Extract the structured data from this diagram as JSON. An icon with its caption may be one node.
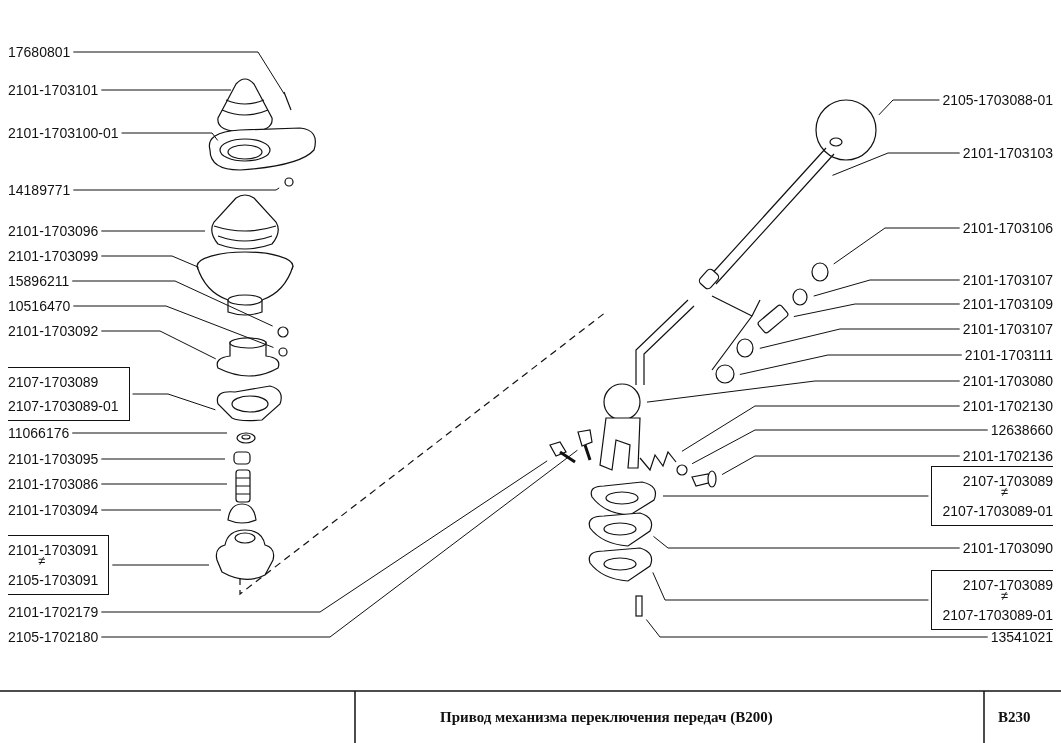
{
  "diagram": {
    "title": "Привод механизма переключения передач (В200)",
    "nodes": [
      {
        "text": [
          "17680801"
        ]
      },
      {
        "text": [
          "2101-1703101"
        ]
      },
      {
        "text": [
          "2101-1703100-01"
        ]
      },
      {
        "text": [
          "14189771"
        ]
      },
      {
        "text": [
          "2101-1703096"
        ]
      },
      {
        "text": [
          "2101-1703099"
        ]
      },
      {
        "text": [
          "15896211"
        ]
      },
      {
        "text": [
          "10516470"
        ]
      },
      {
        "text": [
          "2101-1703092"
        ]
      },
      {
        "text": [
          "2107-1703089",
          "2107-1703089-01"
        ]
      },
      {
        "text": [
          "11066176"
        ]
      },
      {
        "text": [
          "2101-1703095"
        ]
      },
      {
        "text": [
          "2101-1703086"
        ]
      },
      {
        "text": [
          "2101-1703094"
        ]
      },
      {
        "text": [
          "2101-1703091",
          "≠",
          "2105-1703091"
        ]
      },
      {
        "text": [
          "2101-1702179"
        ]
      },
      {
        "text": [
          "2105-1702180"
        ]
      },
      {
        "text": [
          "2105-1703088-01"
        ]
      },
      {
        "text": [
          "2101-1703103"
        ]
      },
      {
        "text": [
          "2101-1703106"
        ]
      },
      {
        "text": [
          "2101-1703107"
        ]
      },
      {
        "text": [
          "2101-1703109"
        ]
      },
      {
        "text": [
          "2101-1703107"
        ]
      },
      {
        "text": [
          "2101-1703111"
        ]
      },
      {
        "text": [
          "2101-1703080"
        ]
      },
      {
        "text": [
          "2101-1702130"
        ]
      },
      {
        "text": [
          "12638660"
        ]
      },
      {
        "text": [
          "2101-1702136"
        ]
      },
      {
        "text": [
          "2107-1703089",
          "≠",
          "2107-1703089-01"
        ]
      },
      {
        "text": [
          "2101-1703090"
        ]
      },
      {
        "text": [
          "2107-1703089",
          "≠",
          "2107-1703089-01"
        ]
      },
      {
        "text": [
          "13541021"
        ]
      }
    ],
    "edges": [
      {
        "from": 0,
        "to": null,
        "arrow": "none"
      },
      {
        "from": 1,
        "to": null,
        "arrow": "none"
      },
      {
        "from": 2,
        "to": null,
        "arrow": "none"
      },
      {
        "from": 3,
        "to": null,
        "arrow": "none"
      },
      {
        "from": 4,
        "to": null,
        "arrow": "none"
      },
      {
        "from": 5,
        "to": null,
        "arrow": "none"
      },
      {
        "from": 6,
        "to": null,
        "arrow": "none"
      },
      {
        "from": 7,
        "to": null,
        "arrow": "none"
      },
      {
        "from": 8,
        "to": null,
        "arrow": "none"
      },
      {
        "from": 9,
        "to": null,
        "arrow": "none"
      },
      {
        "from": 10,
        "to": null,
        "arrow": "none"
      },
      {
        "from": 11,
        "to": null,
        "arrow": "none"
      },
      {
        "from": 12,
        "to": null,
        "arrow": "none"
      },
      {
        "from": 13,
        "to": null,
        "arrow": "none"
      },
      {
        "from": 14,
        "to": null,
        "arrow": "none"
      },
      {
        "from": 15,
        "to": null,
        "arrow": "none"
      },
      {
        "from": 16,
        "to": null,
        "arrow": "none"
      },
      {
        "from": 17,
        "to": null,
        "arrow": "none"
      },
      {
        "from": 18,
        "to": null,
        "arrow": "none"
      },
      {
        "from": 19,
        "to": null,
        "arrow": "none"
      },
      {
        "from": 20,
        "to": null,
        "arrow": "none"
      },
      {
        "from": 21,
        "to": null,
        "arrow": "none"
      },
      {
        "from": 22,
        "to": null,
        "arrow": "none"
      },
      {
        "from": 23,
        "to": null,
        "arrow": "none"
      },
      {
        "from": 24,
        "to": null,
        "arrow": "none"
      },
      {
        "from": 25,
        "to": null,
        "arrow": "none"
      },
      {
        "from": 26,
        "to": null,
        "arrow": "none"
      },
      {
        "from": 27,
        "to": null,
        "arrow": "none"
      },
      {
        "from": 28,
        "to": null,
        "arrow": "none"
      },
      {
        "from": 29,
        "to": null,
        "arrow": "none"
      },
      {
        "from": 30,
        "to": null,
        "arrow": "none"
      },
      {
        "from": 31,
        "to": null,
        "arrow": "none"
      }
    ],
    "labels": [
      "В230"
    ]
  }
}
